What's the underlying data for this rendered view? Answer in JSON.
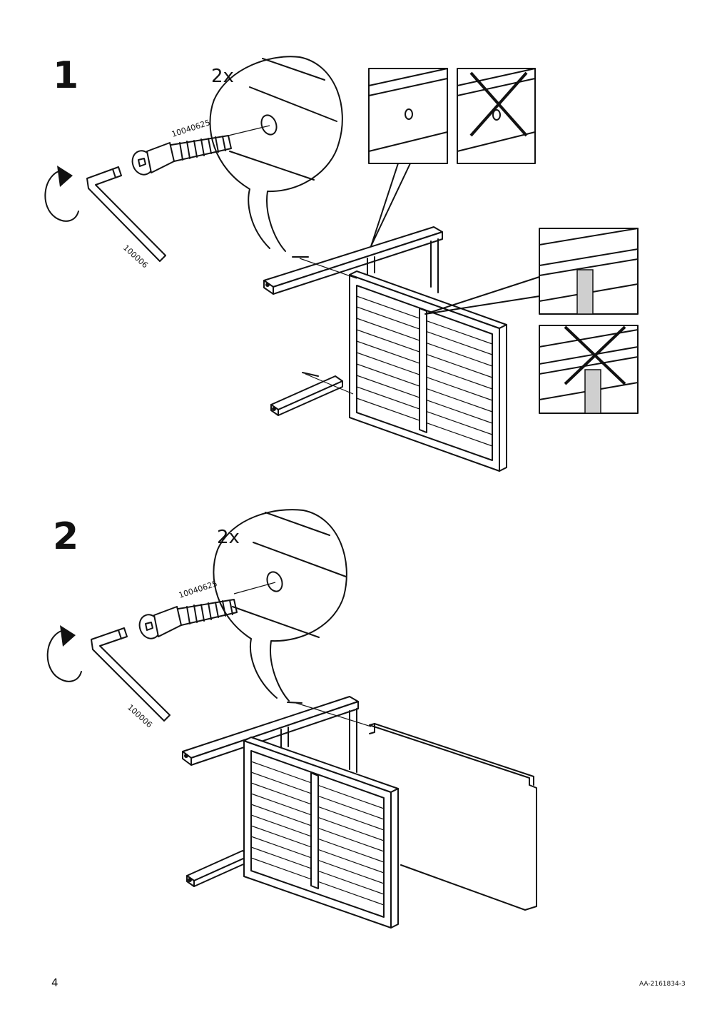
{
  "steps": [
    {
      "number": "1",
      "quantity": "2x",
      "screw_part": "10040625",
      "key_part": "100006"
    },
    {
      "number": "2",
      "quantity": "2x",
      "screw_part": "10040625",
      "key_part": "100006"
    }
  ],
  "footer": {
    "page_number": "4",
    "doc_id": "AA-2161834-3"
  },
  "icons": [
    "rotate-clockwise-icon",
    "allen-key-icon",
    "screw-icon",
    "wrong-x-icon"
  ]
}
